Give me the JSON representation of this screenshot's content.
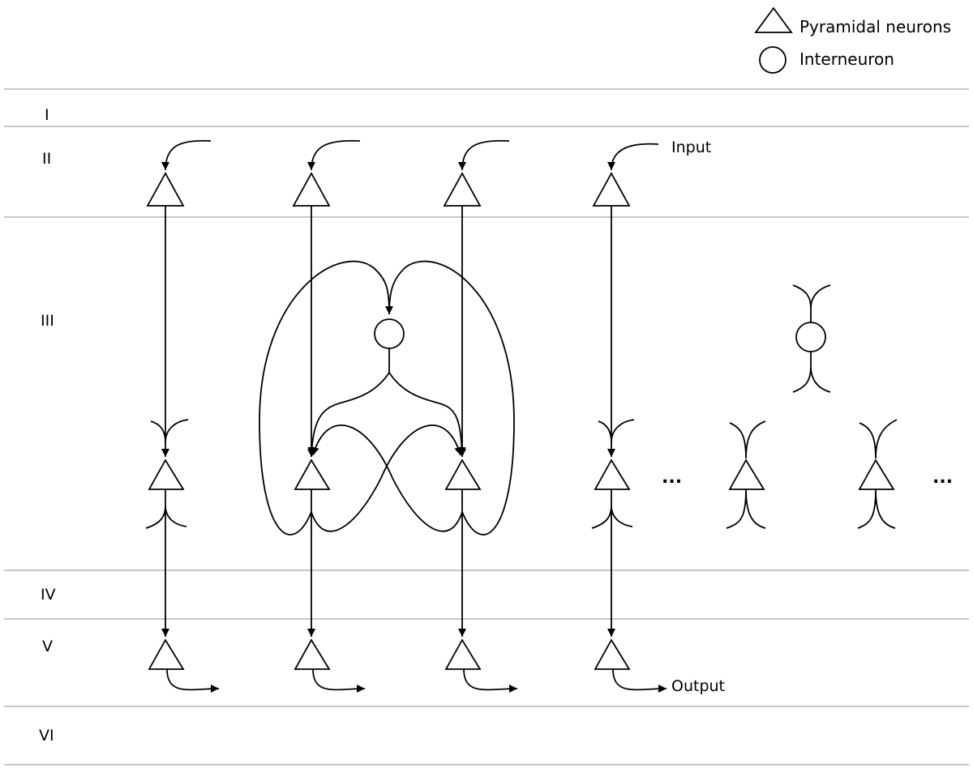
{
  "legend": {
    "pyramidal_label": "Pyramidal neurons",
    "interneuron_label": "Interneuron"
  },
  "layers": [
    "I",
    "II",
    "III",
    "IV",
    "V",
    "VI"
  ],
  "annotations": {
    "input_label": "Input",
    "output_label": "Output",
    "ellipsis": "..."
  }
}
